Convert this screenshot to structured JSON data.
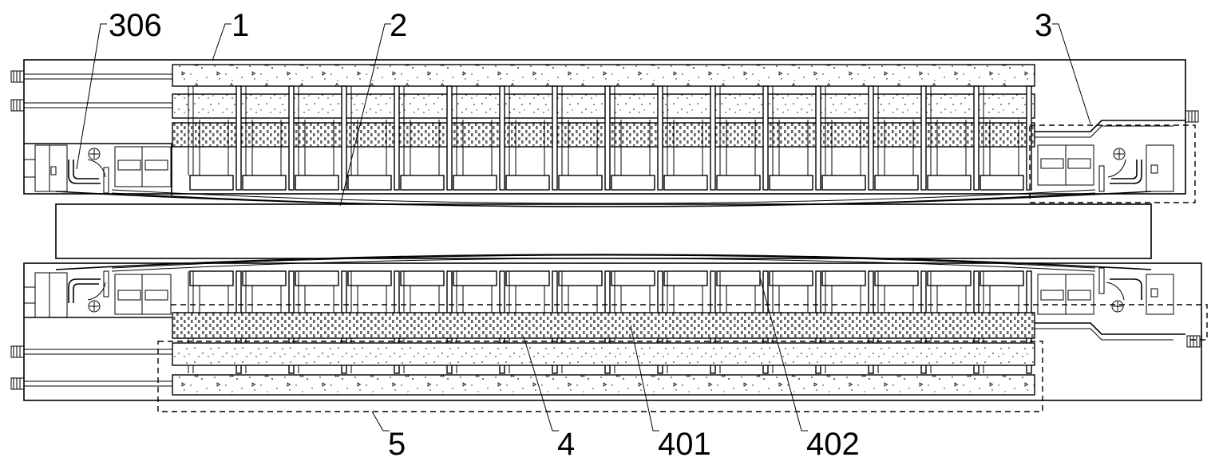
{
  "labels": {
    "l306": "306",
    "l1": "1",
    "l2": "2",
    "l3": "3",
    "l5": "5",
    "l4": "4",
    "l401": "401",
    "l402": "402"
  },
  "colors": {
    "ink": "#000000",
    "background": "#ffffff"
  }
}
